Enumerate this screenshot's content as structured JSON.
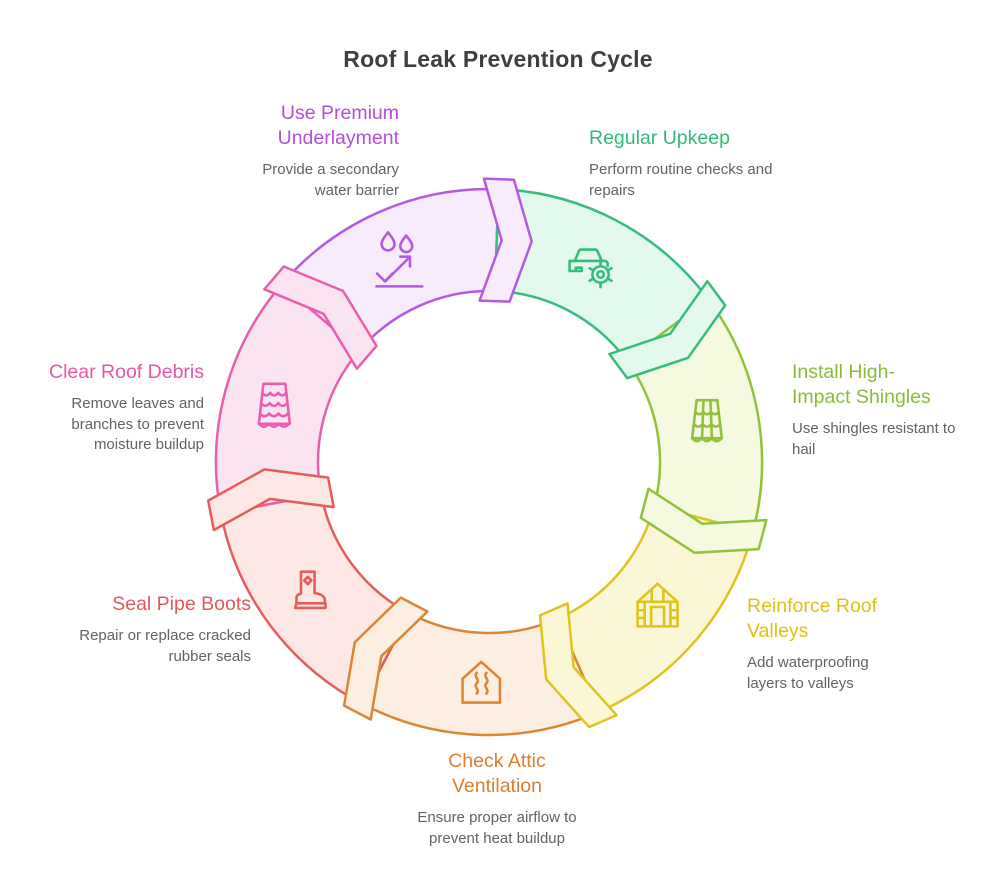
{
  "title": "Roof Leak Prevention Cycle",
  "diagram": {
    "type": "cycle",
    "direction": "clockwise",
    "steps": [
      {
        "title": "Use Premium Underlayment",
        "description": "Provide a secondary water barrier",
        "icon": "water-barrier-icon",
        "colors": {
          "stroke": "#b35be0",
          "fill": "#f8ebfc",
          "label": "#b14fdc"
        }
      },
      {
        "title": "Regular Upkeep",
        "description": "Perform routine checks and repairs",
        "icon": "car-maintenance-icon",
        "colors": {
          "stroke": "#36bd7c",
          "fill": "#e3f9ee",
          "label": "#34b876"
        }
      },
      {
        "title": "Install High-Impact Shingles",
        "description": "Use shingles resistant to hail",
        "icon": "shingle-grid-icon",
        "colors": {
          "stroke": "#93c13c",
          "fill": "#f4f9e0",
          "label": "#8cbb37"
        }
      },
      {
        "title": "Reinforce Roof Valleys",
        "description": "Add waterproofing layers to valleys",
        "icon": "roof-valley-frame-icon",
        "colors": {
          "stroke": "#ddc41e",
          "fill": "#fbf6d5",
          "label": "#dcc216"
        }
      },
      {
        "title": "Check Attic Ventilation",
        "description": "Ensure proper airflow to prevent heat buildup",
        "icon": "attic-vent-icon",
        "colors": {
          "stroke": "#dd8534",
          "fill": "#fcefe2",
          "label": "#dd7e2e"
        }
      },
      {
        "title": "Seal Pipe Boots",
        "description": "Repair or replace cracked rubber seals",
        "icon": "pipe-boot-icon",
        "colors": {
          "stroke": "#e55c5c",
          "fill": "#fde8e6",
          "label": "#e45858"
        }
      },
      {
        "title": "Clear Roof Debris",
        "description": "Remove leaves and branches to prevent moisture buildup",
        "icon": "scale-shingles-icon",
        "colors": {
          "stroke": "#e85fae",
          "fill": "#fbe4f2",
          "label": "#e756a9"
        }
      }
    ]
  }
}
